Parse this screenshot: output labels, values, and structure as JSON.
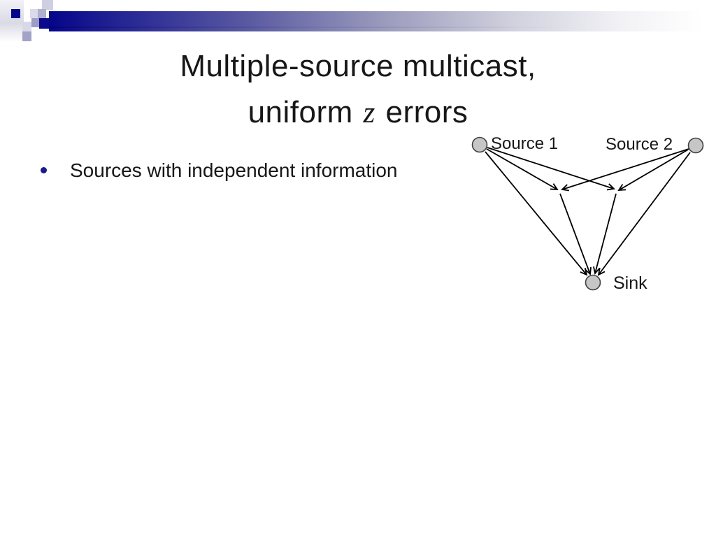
{
  "slide": {
    "title_line1": "Multiple-source multicast,",
    "title_line2_prefix": "uniform ",
    "title_math_var": "z",
    "title_line2_suffix": " errors",
    "bullet_text": "Sources with independent information"
  },
  "diagram": {
    "source1_label": "Source 1",
    "source2_label": "Source 2",
    "sink_label": "Sink"
  },
  "theme": {
    "accent_navy": "#05058a",
    "bullet_color": "#1b1b8f",
    "edge_color": "#000000",
    "node_fill": "#c6c6c6",
    "node_stroke": "#404040",
    "title_color": "#171717",
    "text_color": "#171717",
    "background": "#ffffff"
  }
}
